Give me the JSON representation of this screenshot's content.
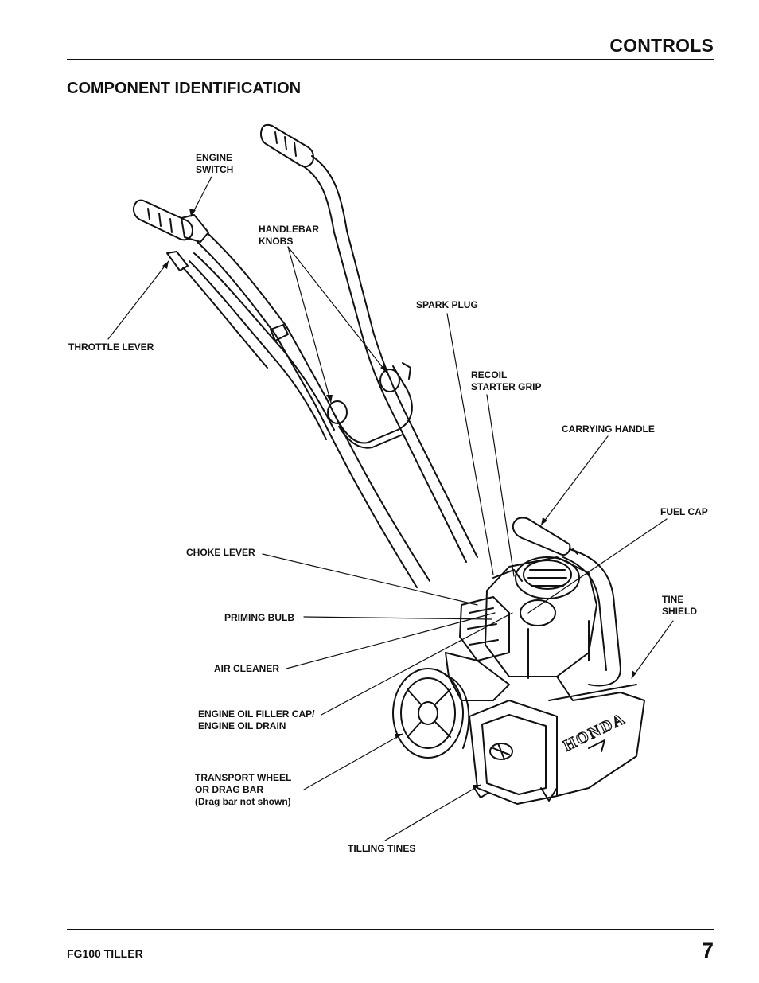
{
  "header": {
    "title": "CONTROLS"
  },
  "section": {
    "title": "COMPONENT IDENTIFICATION"
  },
  "labels": {
    "engine_switch": [
      "ENGINE",
      "SWITCH"
    ],
    "handlebar_knobs": [
      "HANDLEBAR",
      "KNOBS"
    ],
    "throttle_lever": [
      "THROTTLE LEVER"
    ],
    "spark_plug": [
      "SPARK PLUG"
    ],
    "recoil_starter_grip": [
      "RECOIL",
      "STARTER GRIP"
    ],
    "carrying_handle": [
      "CARRYING HANDLE"
    ],
    "fuel_cap": [
      "FUEL CAP"
    ],
    "choke_lever": [
      "CHOKE LEVER"
    ],
    "tine_shield": [
      "TINE",
      "SHIELD"
    ],
    "priming_bulb": [
      "PRIMING BULB"
    ],
    "air_cleaner": [
      "AIR CLEANER"
    ],
    "oil_filler": [
      "ENGINE OIL FILLER CAP/",
      "ENGINE OIL DRAIN"
    ],
    "transport_wheel": [
      "TRANSPORT WHEEL",
      "OR DRAG BAR",
      "(Drag bar not shown)"
    ],
    "tilling_tines": [
      "TILLING TINES"
    ]
  },
  "brand_mark": "HONDA",
  "footer": {
    "model": "FG100 TILLER",
    "page_number": "7"
  }
}
